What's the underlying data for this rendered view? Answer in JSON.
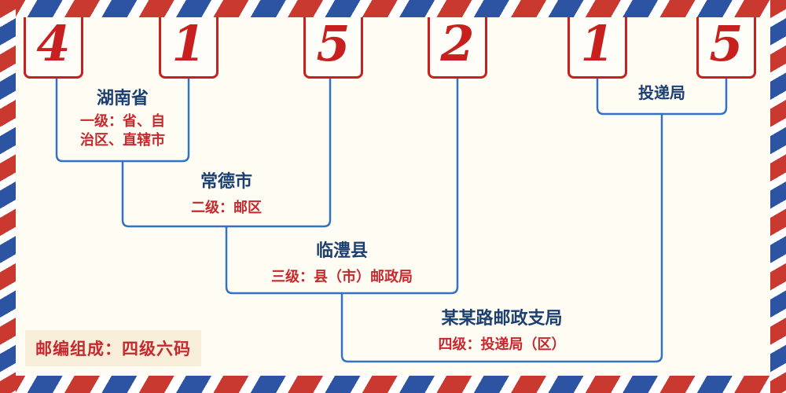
{
  "postal_code": {
    "digits": [
      "4",
      "1",
      "5",
      "2",
      "1",
      "5"
    ]
  },
  "labels": {
    "level1": {
      "title": "湖南省",
      "desc_line1": "一级：省、自",
      "desc_line2": "治区、直辖市"
    },
    "level2": {
      "title": "常德市",
      "desc": "二级：邮区"
    },
    "level3": {
      "title": "临澧县",
      "desc": "三级：县（市）邮政局"
    },
    "level4": {
      "title": "某某路邮政支局",
      "desc": "四级：投递局（区）"
    },
    "delivery": {
      "title": "投递局"
    }
  },
  "footer": {
    "composition": "邮编组成：四级六码"
  },
  "colors": {
    "digit_red": "#c8201e",
    "connector_blue": "#3272c4",
    "title_navy": "#1c3f72",
    "desc_red": "#c5282d",
    "border_stripe_red": "#c9392f",
    "border_stripe_blue": "#2d54a3",
    "background_cream": "#fffcf3",
    "footer_badge_bg": "#f8eeda"
  }
}
